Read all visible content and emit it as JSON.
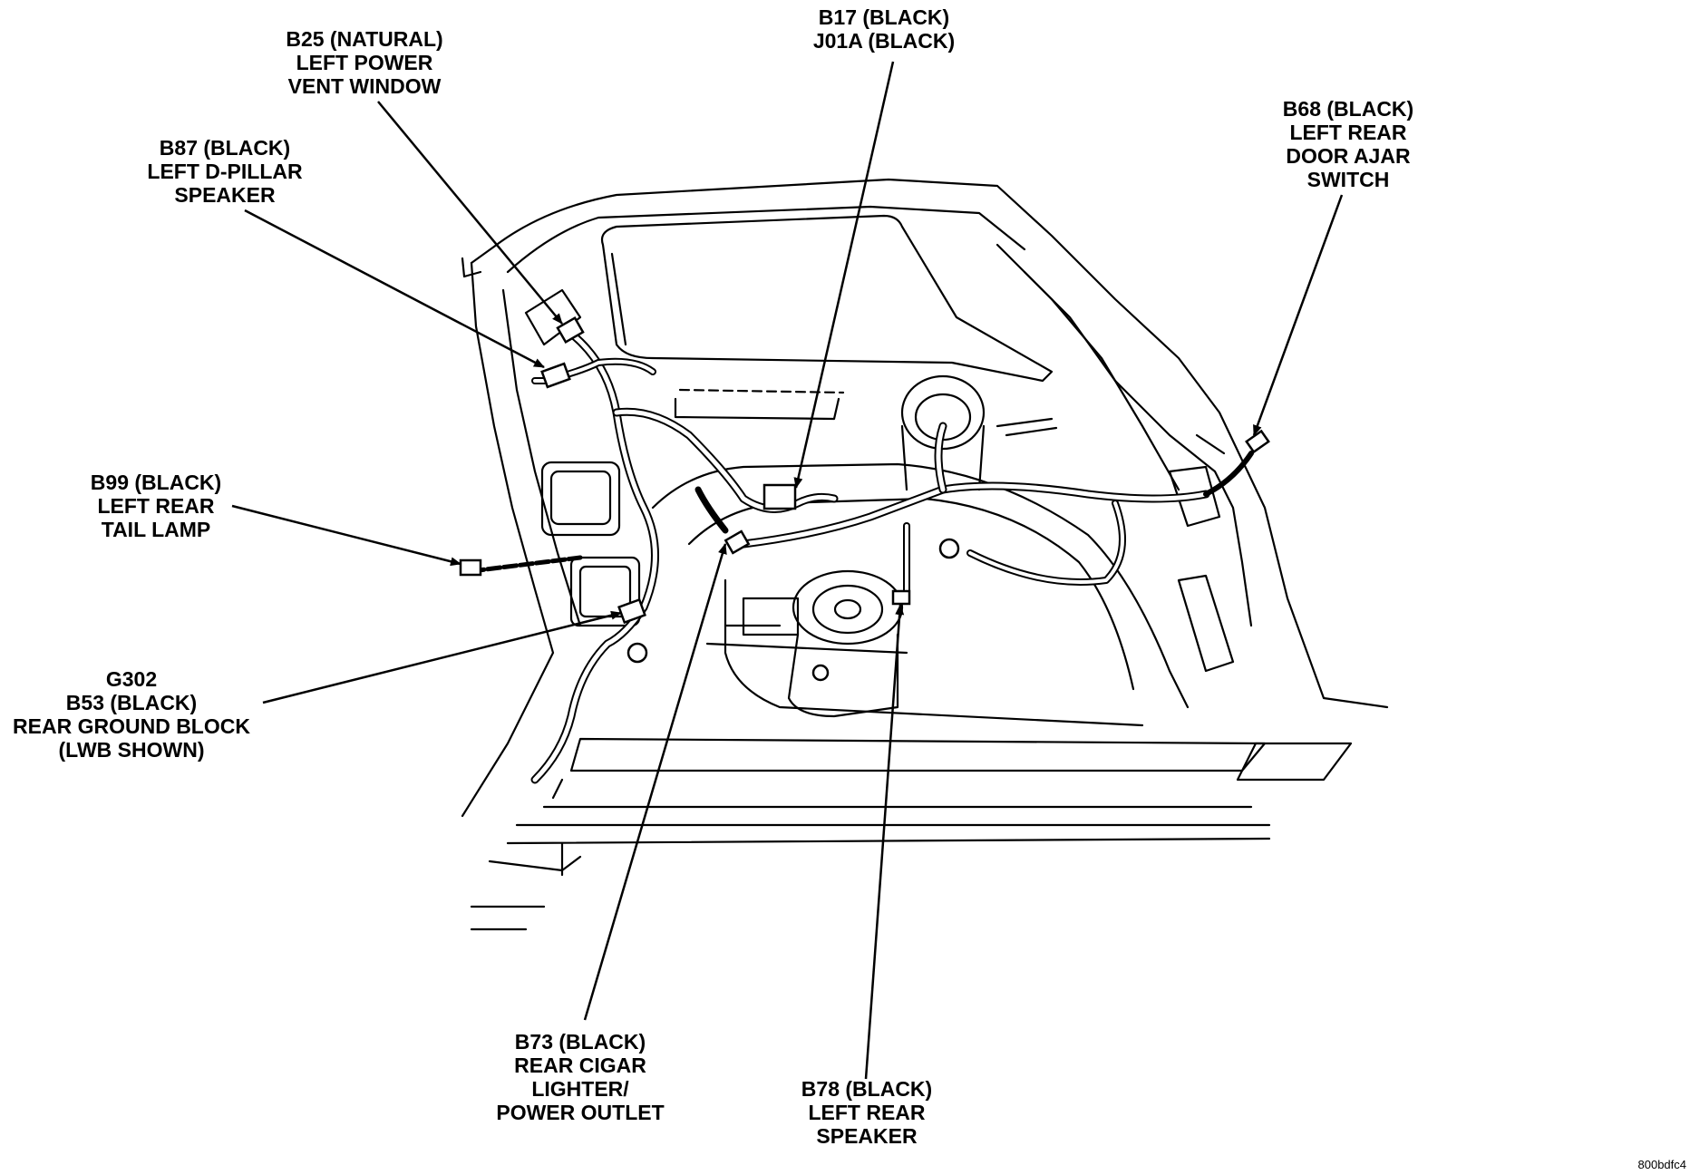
{
  "diagram": {
    "figure_id": "800bdfc4",
    "callouts": [
      {
        "id": "b25",
        "lines": [
          "B25 (NATURAL)",
          "LEFT POWER",
          "VENT WINDOW"
        ]
      },
      {
        "id": "b17",
        "lines": [
          "B17 (BLACK)",
          "J01A (BLACK)"
        ]
      },
      {
        "id": "b68",
        "lines": [
          "B68 (BLACK)",
          "LEFT REAR",
          "DOOR AJAR",
          "SWITCH"
        ]
      },
      {
        "id": "b87",
        "lines": [
          "B87 (BLACK)",
          "LEFT D-PILLAR",
          "SPEAKER"
        ]
      },
      {
        "id": "b99",
        "lines": [
          "B99 (BLACK)",
          "LEFT REAR",
          "TAIL LAMP"
        ]
      },
      {
        "id": "g302",
        "lines": [
          "G302",
          "B53 (BLACK)",
          "REAR GROUND BLOCK",
          "(LWB SHOWN)"
        ]
      },
      {
        "id": "b73",
        "lines": [
          "B73 (BLACK)",
          "REAR CIGAR",
          "LIGHTER/",
          "POWER OUTLET"
        ]
      },
      {
        "id": "b78",
        "lines": [
          "B78 (BLACK)",
          "LEFT REAR",
          "SPEAKER"
        ]
      }
    ]
  }
}
